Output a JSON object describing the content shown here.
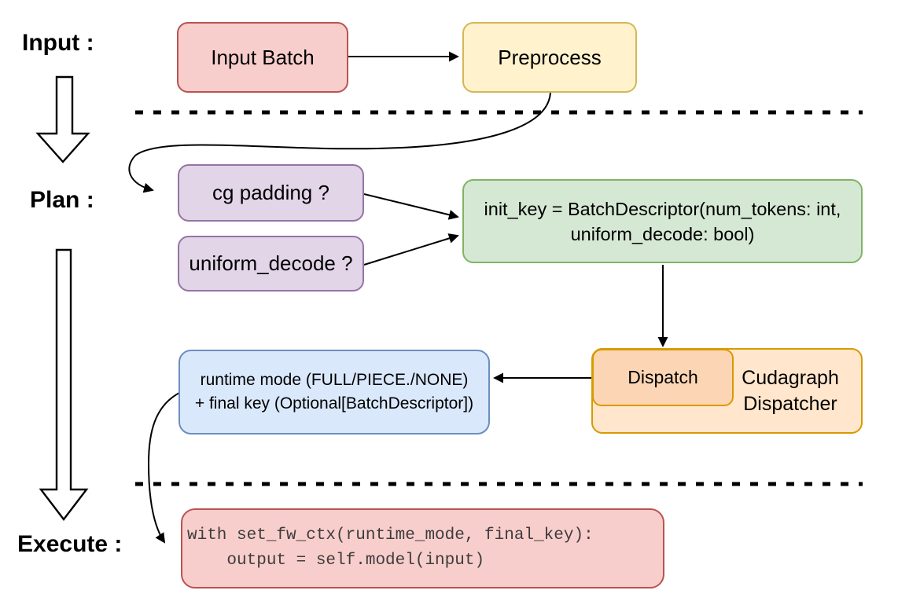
{
  "sections": {
    "input": {
      "label": "Input :"
    },
    "plan": {
      "label": "Plan :"
    },
    "execute": {
      "label": "Execute :"
    }
  },
  "nodes": {
    "input_batch": {
      "label": "Input Batch",
      "fill": "#f8cecc",
      "border": "#b85450"
    },
    "preprocess": {
      "label": "Preprocess",
      "fill": "#fff2cc",
      "border": "#d6b656"
    },
    "cg_padding": {
      "label": "cg padding ?",
      "fill": "#e1d5e7",
      "border": "#9673a6"
    },
    "uniform_decode": {
      "label": "uniform_decode ?",
      "fill": "#e1d5e7",
      "border": "#9673a6"
    },
    "init_key": {
      "line1": "init_key = BatchDescriptor(num_tokens: int,",
      "line2": "uniform_decode: bool)",
      "fill": "#d5e8d4",
      "border": "#82b366"
    },
    "dispatch": {
      "label": "Dispatch",
      "fill": "#fcd5b4",
      "border": "#d79b00"
    },
    "cudagraph_dispatcher": {
      "line1": "Cudagraph",
      "line2": "Dispatcher",
      "fill": "#ffe6cc",
      "border": "#d79b00"
    },
    "runtime_mode": {
      "line1": "runtime mode (FULL/PIECE./NONE)",
      "line2": "+ final key (Optional[BatchDescriptor])",
      "fill": "#dae8fc",
      "border": "#6c8ebf"
    },
    "execute_code": {
      "line1": "with set_fw_ctx(runtime_mode, final_key):",
      "line2": "    output = self.model(input)",
      "fill": "#f8cecc",
      "border": "#b85450"
    }
  },
  "colors": {
    "connector": "#000000",
    "section_label_text": "#000000",
    "code_text": "#3c3c3c",
    "background": "#ffffff"
  }
}
